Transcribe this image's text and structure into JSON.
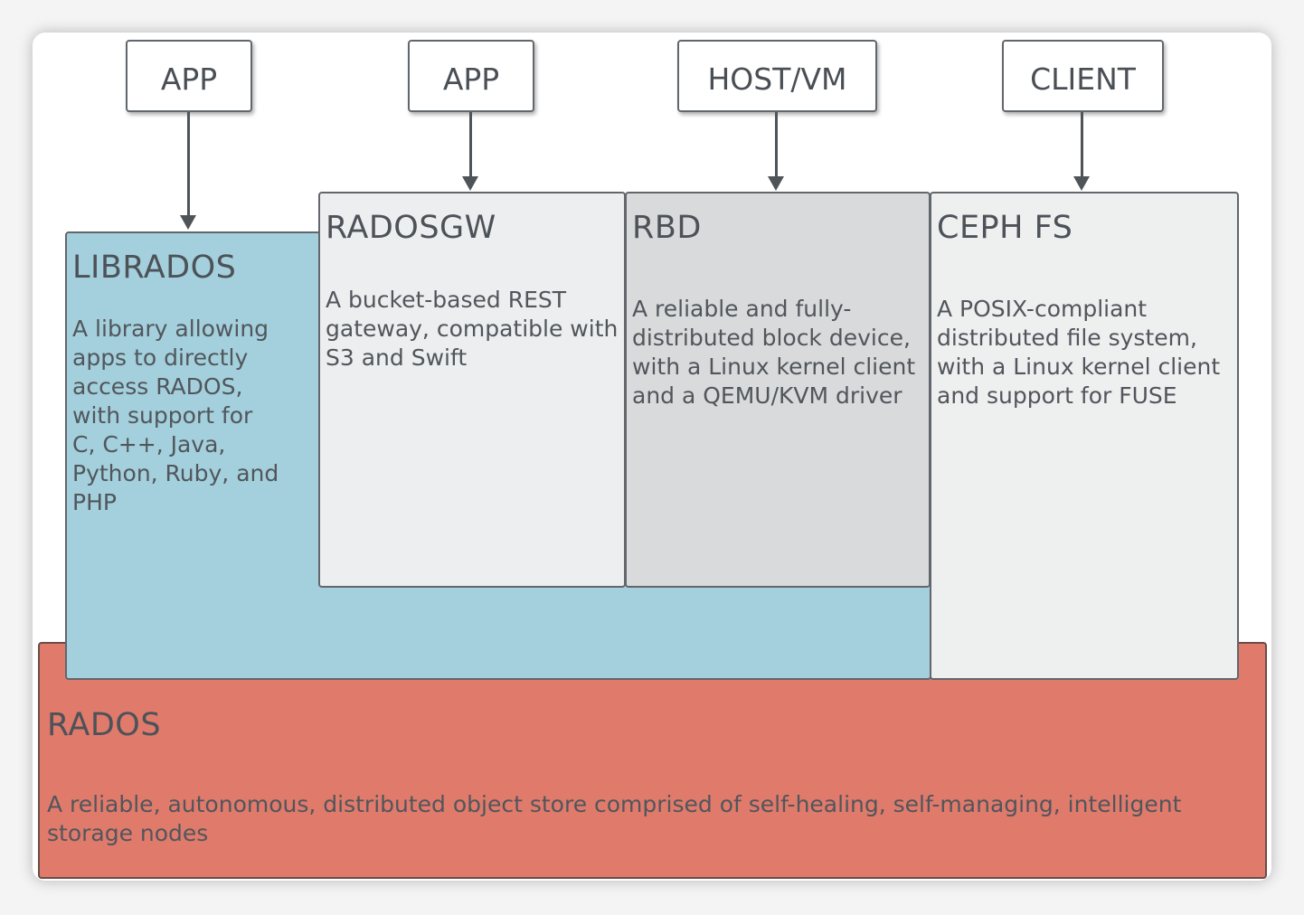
{
  "clients": {
    "app1": "APP",
    "app2": "APP",
    "host_vm": "HOST/VM",
    "client": "CLIENT"
  },
  "librados": {
    "title": "LIBRADOS",
    "description": "A library allowing apps to directly access RADOS, with support for C, C++, Java, Python, Ruby, and PHP"
  },
  "radosgw": {
    "title": "RADOSGW",
    "description": "A bucket-based REST gateway, compatible with S3 and Swift"
  },
  "rbd": {
    "title": "RBD",
    "description": "A reliable and fully-distributed block device, with a Linux kernel client and a QEMU/KVM driver"
  },
  "cephfs": {
    "title": "CEPH FS",
    "description": "A POSIX-compliant distributed file system, with a Linux kernel client and support for FUSE"
  },
  "rados": {
    "title": "RADOS",
    "description": "A reliable, autonomous, distributed object store comprised of self-healing, self-managing, intelligent storage nodes"
  },
  "colors": {
    "librados": "#a3d0dc",
    "radosgw": "#eceeef",
    "rbd": "#d8dadb",
    "cephfs": "#eeefef",
    "rados": "#e07a6b",
    "border": "#62676c"
  }
}
